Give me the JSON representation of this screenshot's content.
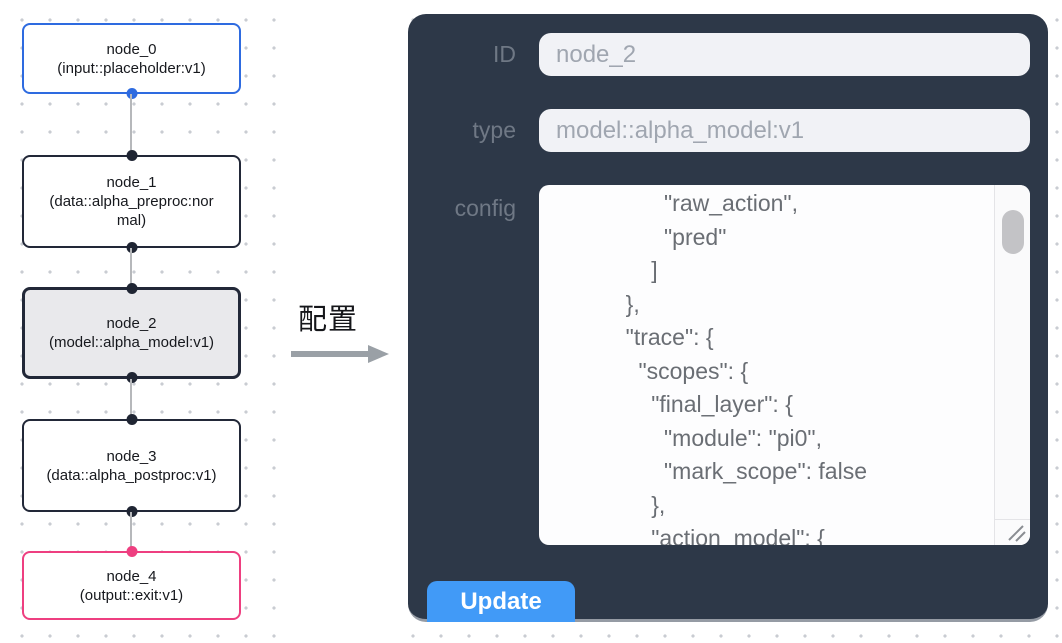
{
  "flow": {
    "nodes": [
      {
        "id": "node_0",
        "type": "(input::placeholder:v1)"
      },
      {
        "id": "node_1",
        "type": "(data::alpha_preproc:normal)"
      },
      {
        "id": "node_2",
        "type": "(model::alpha_model:v1)"
      },
      {
        "id": "node_3",
        "type": "(data::alpha_postproc:v1)"
      },
      {
        "id": "node_4",
        "type": "(output::exit:v1)"
      }
    ]
  },
  "arrow": {
    "label": "配置"
  },
  "panel": {
    "id_field": {
      "label": "ID",
      "value": "node_2"
    },
    "type_field": {
      "label": "type",
      "value": "model::alpha_model:v1"
    },
    "config_field": {
      "label": "config",
      "value": "                  \"raw_action\",\n                  \"pred\"\n                ]\n            },\n            \"trace\": {\n              \"scopes\": {\n                \"final_layer\": {\n                  \"module\": \"pi0\",\n                  \"mark_scope\": false\n                },\n                \"action_model\": {"
    },
    "update_label": "Update"
  },
  "colors": {
    "panel_bg": "#2d3848",
    "accent_blue": "#419af7",
    "node_default_border": "#222838",
    "node_input_border": "#2e6be0",
    "node_output_border": "#ee3f80",
    "node_selected_bg": "#e9e9ec"
  }
}
